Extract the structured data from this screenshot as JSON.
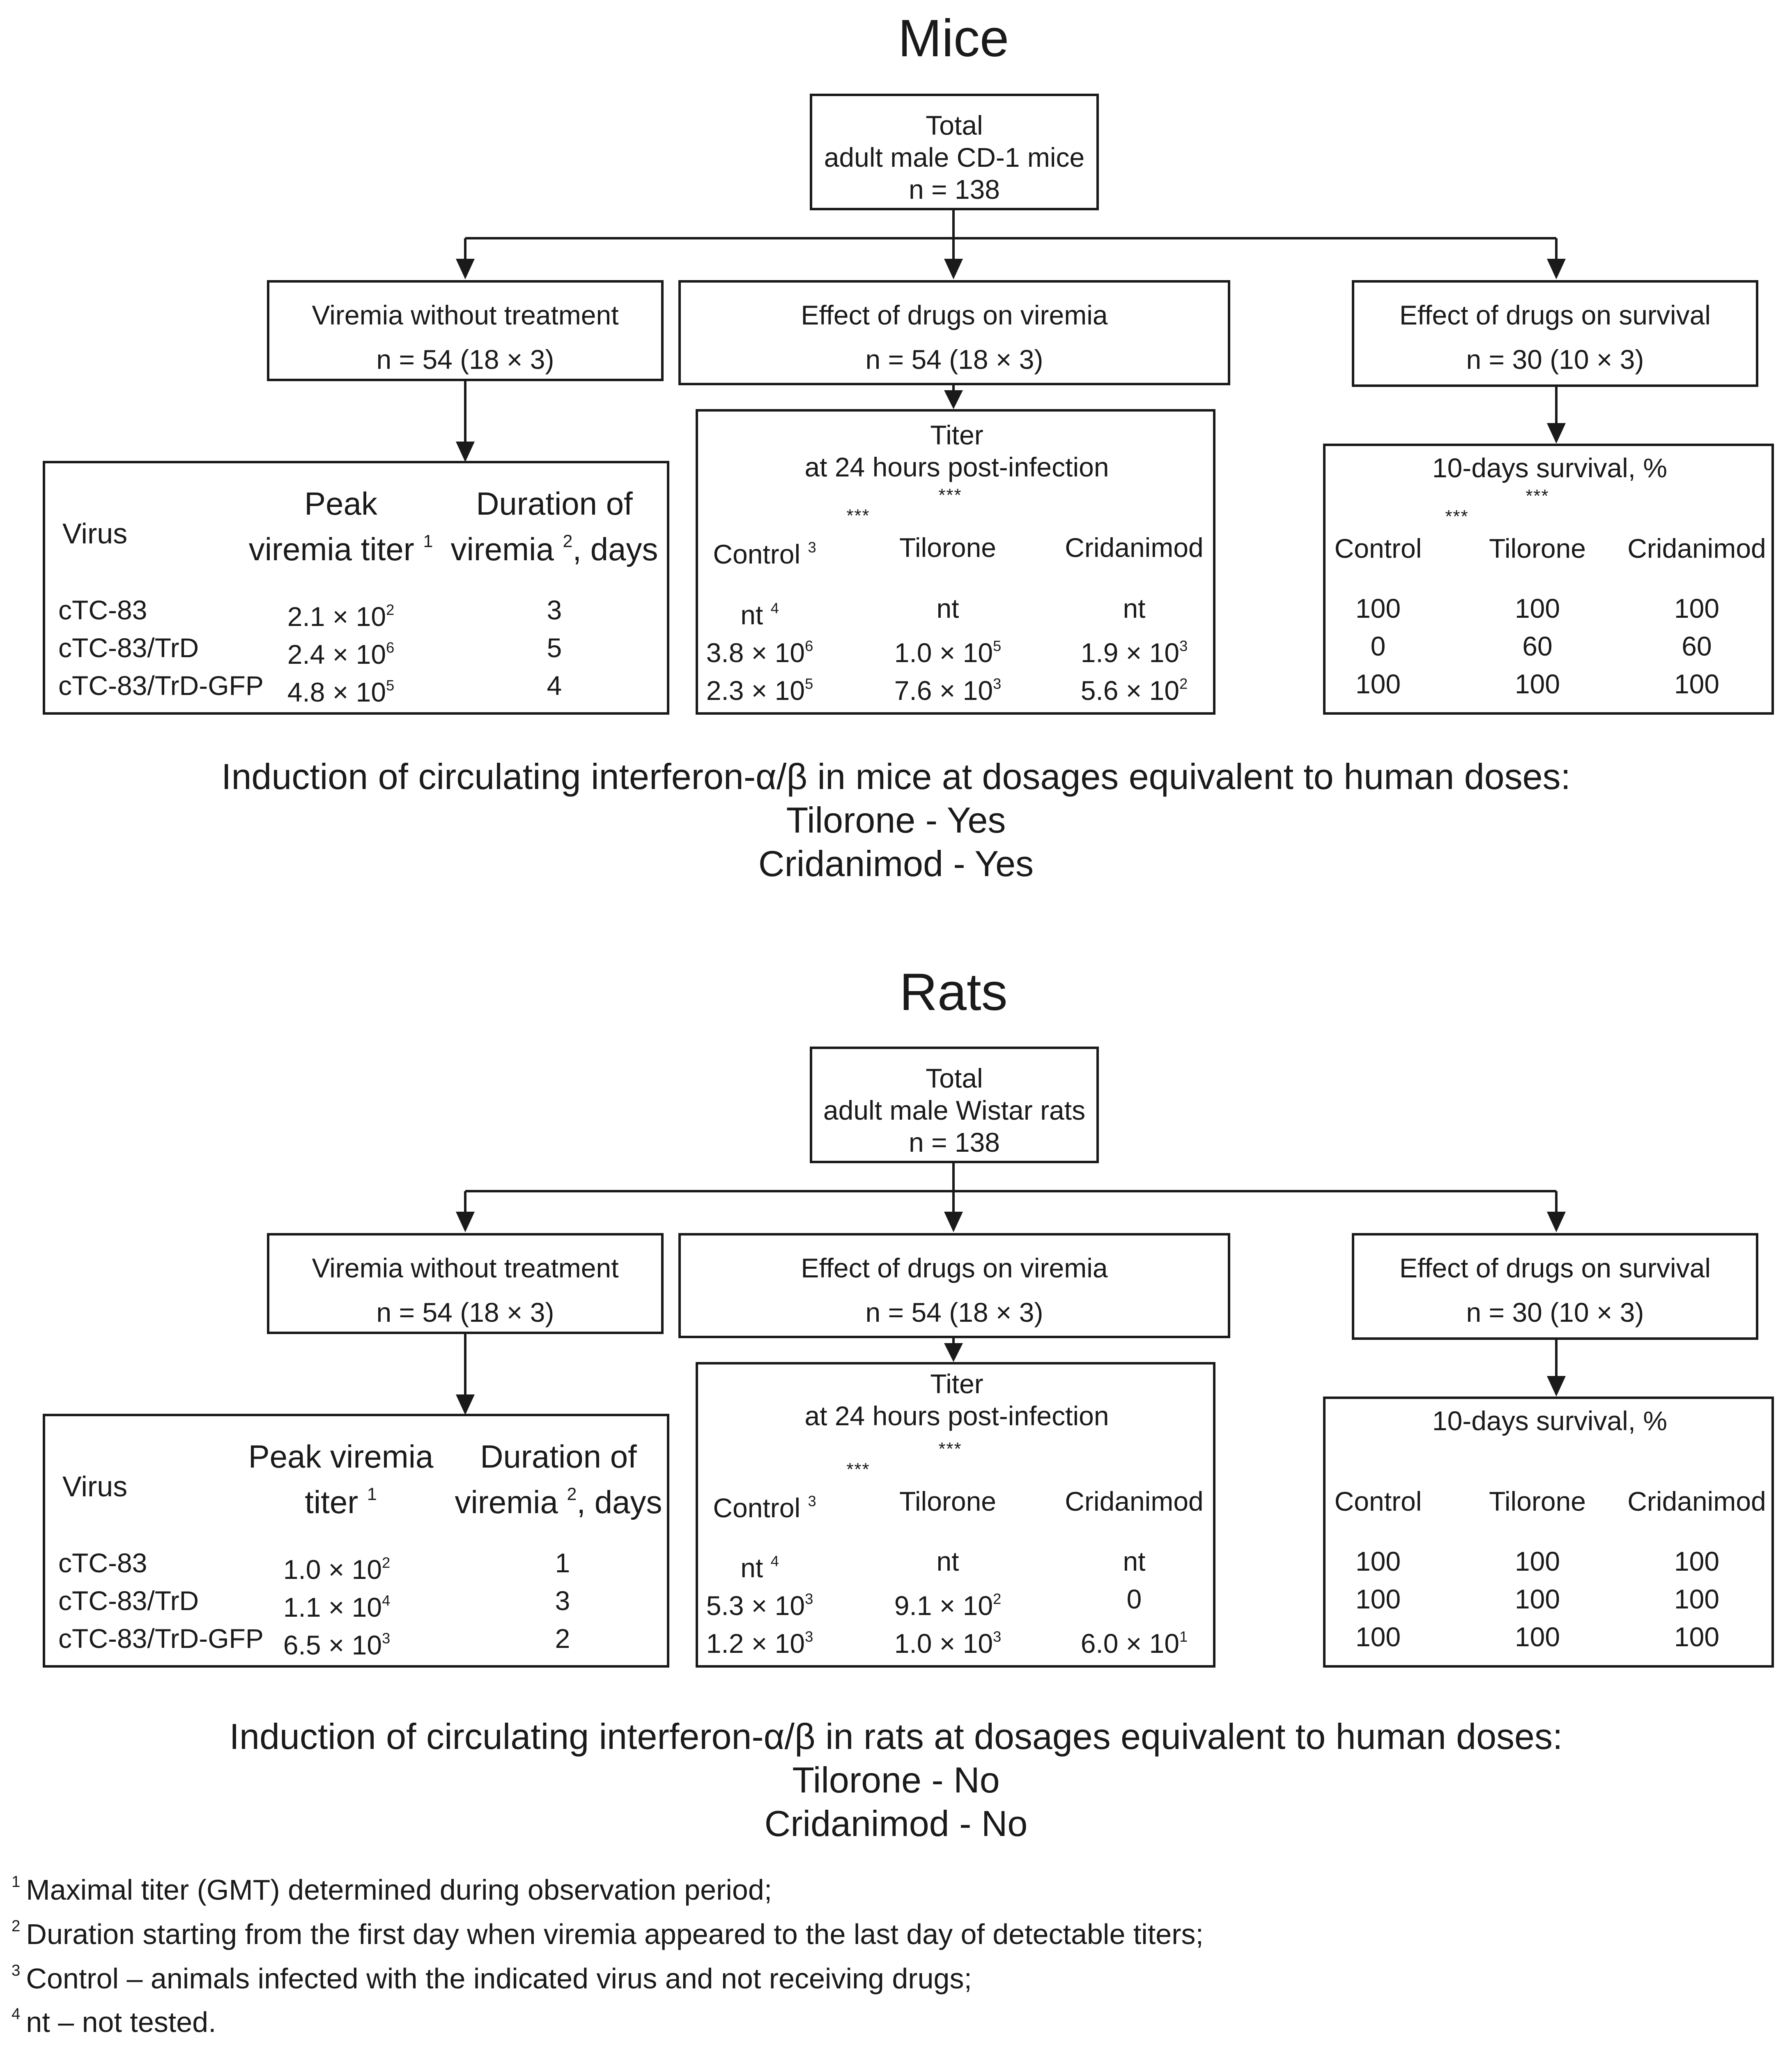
{
  "mice": {
    "title": "Mice",
    "total": [
      "Total",
      "adult male CD-1 mice",
      "n = 138"
    ],
    "branch1": {
      "title": "Viremia without treatment",
      "n": "n = 54 (18 × 3)"
    },
    "branch2": {
      "title": "Effect of drugs on viremia",
      "n": "n = 54 (18 × 3)"
    },
    "branch3": {
      "title": "Effect of drugs on survival",
      "n": "n = 30 (10 × 3)"
    },
    "table1": {
      "col_virus": "Virus",
      "col_peak": [
        "Peak",
        "viremia titer"
      ],
      "col_peak_sup": "1",
      "col_duration": [
        "Duration of",
        "viremia"
      ],
      "col_duration_sup": "2",
      "col_duration_tail": ", days",
      "rows": [
        {
          "virus": "cTC-83",
          "peak": "2.1 × 10",
          "peak_exp": "2",
          "duration": "3"
        },
        {
          "virus": "cTC-83/TrD",
          "peak": "2.4 × 10",
          "peak_exp": "6",
          "duration": "5"
        },
        {
          "virus": "cTC-83/TrD-GFP",
          "peak": "4.8 × 10",
          "peak_exp": "5",
          "duration": "4"
        }
      ]
    },
    "table2": {
      "heading": [
        "Titer",
        "at 24 hours post-infection"
      ],
      "stars_outer": "***",
      "stars_inner": "***",
      "cols": [
        "Control",
        "Tilorone",
        "Cridanimod"
      ],
      "control_sup": "3",
      "rows": [
        [
          {
            "v": "nt",
            "e": "4"
          },
          {
            "v": "nt",
            "e": ""
          },
          {
            "v": "nt",
            "e": ""
          }
        ],
        [
          {
            "v": "3.8 × 10",
            "e": "6"
          },
          {
            "v": "1.0 × 10",
            "e": "5"
          },
          {
            "v": "1.9 × 10",
            "e": "3"
          }
        ],
        [
          {
            "v": "2.3 × 10",
            "e": "5"
          },
          {
            "v": "7.6 × 10",
            "e": "3"
          },
          {
            "v": "5.6 × 10",
            "e": "2"
          }
        ]
      ]
    },
    "table3": {
      "heading": "10-days survival, %",
      "stars_outer": "***",
      "stars_inner": "***",
      "cols": [
        "Control",
        "Tilorone",
        "Cridanimod"
      ],
      "rows": [
        [
          "100",
          "100",
          "100"
        ],
        [
          "0",
          "60",
          "60"
        ],
        [
          "100",
          "100",
          "100"
        ]
      ]
    },
    "induction": [
      "Induction of circulating interferon-α/β in mice at dosages equivalent to human doses:",
      "Tilorone - Yes",
      "Cridanimod - Yes"
    ]
  },
  "rats": {
    "title": "Rats",
    "total": [
      "Total",
      "adult male Wistar rats",
      "n = 138"
    ],
    "branch1": {
      "title": "Viremia without treatment",
      "n": "n = 54 (18 × 3)"
    },
    "branch2": {
      "title": "Effect of drugs on viremia",
      "n": "n = 54 (18 × 3)"
    },
    "branch3": {
      "title": "Effect of drugs on survival",
      "n": "n = 30 (10 × 3)"
    },
    "table1": {
      "col_virus": "Virus",
      "col_peak": [
        "Peak viremia",
        "titer"
      ],
      "col_peak_sup": "1",
      "col_duration": [
        "Duration of",
        "viremia"
      ],
      "col_duration_sup": "2",
      "col_duration_tail": ", days",
      "rows": [
        {
          "virus": "cTC-83",
          "peak": "1.0 × 10",
          "peak_exp": "2",
          "duration": "1"
        },
        {
          "virus": "cTC-83/TrD",
          "peak": "1.1 × 10",
          "peak_exp": "4",
          "duration": "3"
        },
        {
          "virus": "cTC-83/TrD-GFP",
          "peak": "6.5 × 10",
          "peak_exp": "3",
          "duration": "2"
        }
      ]
    },
    "table2": {
      "heading": [
        "Titer",
        "at 24 hours post-infection"
      ],
      "stars_outer": "***",
      "stars_inner": "***",
      "cols": [
        "Control",
        "Tilorone",
        "Cridanimod"
      ],
      "control_sup": "3",
      "rows": [
        [
          {
            "v": "nt",
            "e": "4"
          },
          {
            "v": "nt",
            "e": ""
          },
          {
            "v": "nt",
            "e": ""
          }
        ],
        [
          {
            "v": "5.3 × 10",
            "e": "3"
          },
          {
            "v": "9.1 × 10",
            "e": "2"
          },
          {
            "v": "0",
            "e": ""
          }
        ],
        [
          {
            "v": "1.2 × 10",
            "e": "3"
          },
          {
            "v": "1.0 × 10",
            "e": "3"
          },
          {
            "v": "6.0 × 10",
            "e": "1"
          }
        ]
      ]
    },
    "table3": {
      "heading": "10-days survival, %",
      "cols": [
        "Control",
        "Tilorone",
        "Cridanimod"
      ],
      "rows": [
        [
          "100",
          "100",
          "100"
        ],
        [
          "100",
          "100",
          "100"
        ],
        [
          "100",
          "100",
          "100"
        ]
      ]
    },
    "induction": [
      "Induction of circulating interferon-α/β in rats at dosages equivalent to human doses:",
      "Tilorone - No",
      "Cridanimod - No"
    ]
  },
  "footnotes": [
    {
      "num": "1",
      "text": "Maximal titer (GMT) determined during observation period;"
    },
    {
      "num": "2",
      "text": "Duration starting from the first day when viremia appeared to the last day of detectable titers;"
    },
    {
      "num": "3",
      "text": "Control – animals infected with the indicated virus and not receiving drugs;"
    },
    {
      "num": "4",
      "text": "nt – not tested."
    }
  ]
}
